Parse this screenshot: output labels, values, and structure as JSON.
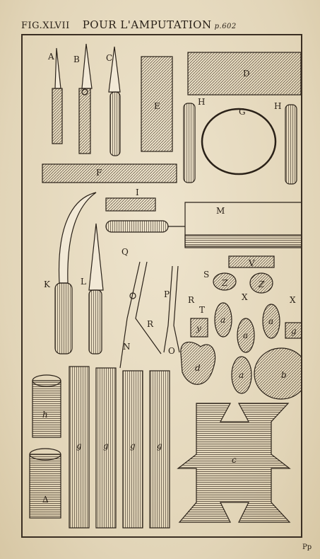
{
  "header": {
    "figure": "FIG.XLVII",
    "title": "POUR L'AMPUTATION",
    "page_ref": "p.602"
  },
  "labels": {
    "A": "A",
    "B": "B",
    "C": "C",
    "D": "D",
    "E": "E",
    "F": "F",
    "G": "G",
    "H1": "H",
    "H2": "H",
    "I": "I",
    "K": "K",
    "L": "L",
    "M": "M",
    "N": "N",
    "O": "O",
    "P": "P",
    "Q": "Q",
    "R1": "R",
    "R2": "R",
    "S": "S",
    "T": "T",
    "V": "V",
    "X1": "X",
    "X2": "X",
    "Z1": "Z",
    "Z2": "Z",
    "y": "y",
    "g_pad": "g",
    "d": "d",
    "a1": "a",
    "a2": "a",
    "a3": "a",
    "a4": "a",
    "b": "b",
    "c": "c",
    "h": "h",
    "g1": "g",
    "g2": "g",
    "g3": "g",
    "g4": "g",
    "delta": "Δ"
  },
  "footer": {
    "page_number": "Pp"
  }
}
